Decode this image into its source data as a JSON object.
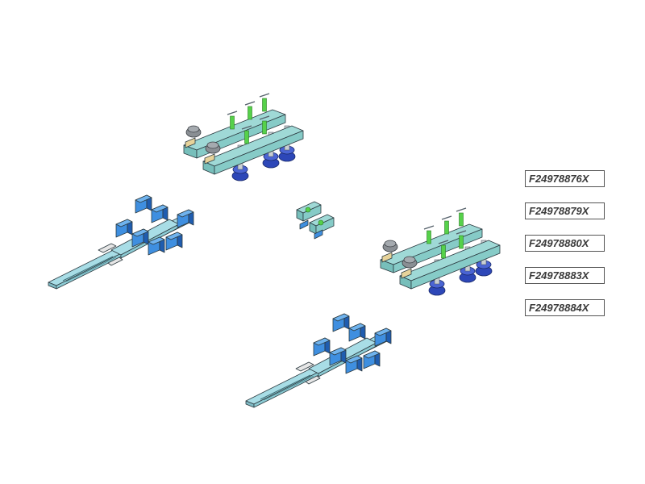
{
  "part_numbers": [
    "F24978876X",
    "F24978879X",
    "F24978880X",
    "F24978883X",
    "F24978884X"
  ],
  "colors": {
    "rail_light": "#a8dde6",
    "rail_edge": "#3d6f78",
    "bracket_blue": "#3f8fe0",
    "bracket_dark": "#1f5db0",
    "clamp_teal": "#9fd9d6",
    "pin_green": "#56d14a",
    "knob_grey": "#8a8f94",
    "foot_navy": "#2d47b8",
    "pad_tan": "#e7d39a",
    "label_border": "#555555",
    "label_text": "#3a3a3a"
  },
  "assemblies": [
    {
      "kind": "clamp-assembly"
    },
    {
      "kind": "slide-rail"
    },
    {
      "kind": "small-clip"
    },
    {
      "kind": "clamp-assembly"
    },
    {
      "kind": "slide-rail"
    }
  ]
}
